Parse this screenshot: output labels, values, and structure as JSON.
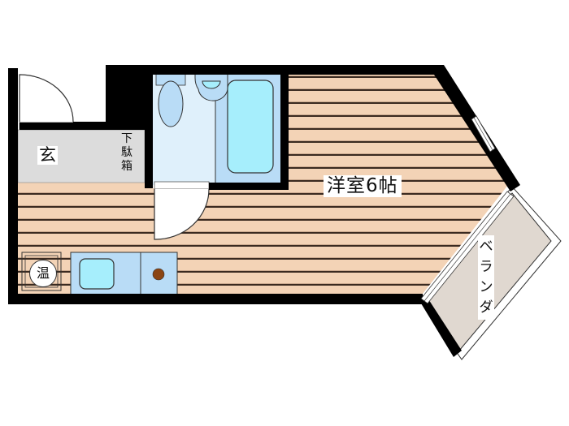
{
  "floor_plan": {
    "rooms": {
      "genkan": {
        "label": "玄"
      },
      "shoe_box": {
        "label": "下\n駄\n箱",
        "chars": [
          "下",
          "駄",
          "箱"
        ]
      },
      "western_room": {
        "label": "洋室6帖"
      },
      "veranda": {
        "label": "ベランダ",
        "chars": [
          "ベ",
          "ラ",
          "ン",
          "ダ"
        ]
      },
      "water_heater": {
        "label": "温"
      }
    },
    "colors": {
      "wall": "#000000",
      "flooring": "#f3d3b6",
      "flooring_line": "#3a2a20",
      "genkan": "#dcdcdc",
      "bathroom_light": "#dff0fb",
      "bathroom_mid": "#b9dcf6",
      "fixture": "#a6eefc",
      "veranda": "#e0d8d0",
      "stove_burner": "#8b4513"
    }
  }
}
